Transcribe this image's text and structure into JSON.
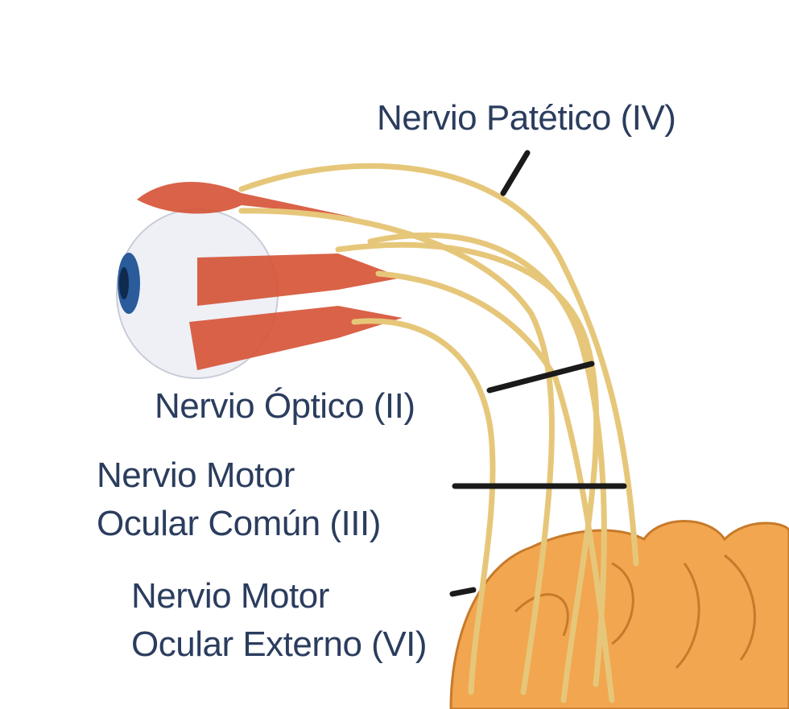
{
  "labels": {
    "patetico": "Nervio Patético (IV)",
    "optico": "Nervio Óptico (II)",
    "motor_comun_1": "Nervio Motor",
    "motor_comun_2": "Ocular Común (III)",
    "motor_externo_1": "Nervio Motor",
    "motor_externo_2": "Ocular Externo (VI)"
  },
  "colors": {
    "nerve": "#e6c77a",
    "muscle": "#d9553a",
    "brain": "#f0a24a",
    "label": "#2b3d5e",
    "leader": "#1a1a1a"
  }
}
